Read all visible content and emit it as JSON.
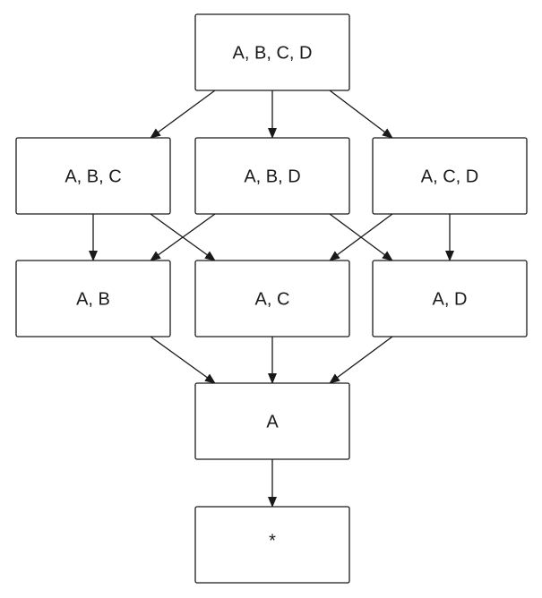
{
  "diagram": {
    "nodes": [
      {
        "id": "abcd",
        "label": "A, B, C, D"
      },
      {
        "id": "abc",
        "label": "A, B, C"
      },
      {
        "id": "abd",
        "label": "A, B, D"
      },
      {
        "id": "acd",
        "label": "A, C, D"
      },
      {
        "id": "ab",
        "label": "A, B"
      },
      {
        "id": "ac",
        "label": "A, C"
      },
      {
        "id": "ad",
        "label": "A, D"
      },
      {
        "id": "a",
        "label": "A"
      },
      {
        "id": "star",
        "label": "*"
      }
    ],
    "edges": [
      {
        "from": "abcd",
        "to": "abc"
      },
      {
        "from": "abcd",
        "to": "abd"
      },
      {
        "from": "abcd",
        "to": "acd"
      },
      {
        "from": "abc",
        "to": "ab"
      },
      {
        "from": "abc",
        "to": "ac"
      },
      {
        "from": "abd",
        "to": "ab"
      },
      {
        "from": "abd",
        "to": "ad"
      },
      {
        "from": "acd",
        "to": "ac"
      },
      {
        "from": "acd",
        "to": "ad"
      },
      {
        "from": "ab",
        "to": "a"
      },
      {
        "from": "ac",
        "to": "a"
      },
      {
        "from": "ad",
        "to": "a"
      },
      {
        "from": "a",
        "to": "star"
      }
    ],
    "colors": {
      "stroke": "#1a1a1a",
      "fill": "#ffffff",
      "text": "#1a1a1a"
    }
  }
}
